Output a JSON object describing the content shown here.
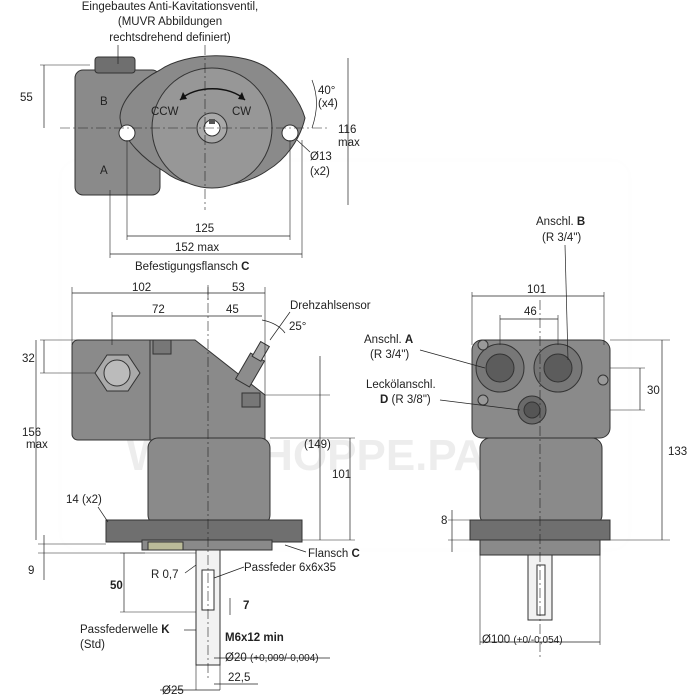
{
  "annotations": {
    "antikavitation_line1": "Eingebautes Anti-Kavitationsventil,",
    "antikavitation_line2": "(MUVR Abbildungen",
    "antikavitation_line3": "rechtsdrehend definiert)",
    "ccw": "CCW",
    "cw": "CW",
    "port_b_letter": "B",
    "port_a_letter": "A",
    "befestigungsflansch": "Befestigungsflansch",
    "befestigungsflansch_c": "C",
    "drehzahlsensor": "Drehzahlsensor",
    "flansch": "Flansch",
    "flansch_c": "C",
    "passfeder": "Passfeder 6x6x35",
    "passfederwelle": "Passfederwelle",
    "passfederwelle_k": "K",
    "passfederwelle_std": "(Std)",
    "anschl_b_label": "Anschl.",
    "anschl_b_letter": "B",
    "anschl_b_size": "(R 3/4\")",
    "anschl_a_label": "Anschl.",
    "anschl_a_letter": "A",
    "anschl_a_size": "(R 3/4\")",
    "leckoel_line1": "Lecköl​anschl.",
    "leckoel_letter": "D",
    "leckoel_size": "(R 3/8\")"
  },
  "dimensions": {
    "d55": "55",
    "d40_angle": "40°",
    "d40_count": "(x4)",
    "d116": "116",
    "d116_max": "max",
    "d13": "Ø13",
    "d13_count": "(x2)",
    "d125": "125",
    "d152": "152 max",
    "d102": "102",
    "d53": "53",
    "d72": "72",
    "d45": "45",
    "d25deg": "25°",
    "d32": "32",
    "d156": "156",
    "d156_max": "max",
    "d149": "(149)",
    "d101_side": "101",
    "d14": "14 (x2)",
    "d9": "9",
    "r07": "R 0,7",
    "d50": "50",
    "d7": "7",
    "m6": "M6x12 min",
    "d20": "Ø20",
    "d20_tol": "(+0,009/-0,004)",
    "d25": "Ø25",
    "d22_5": "22,5",
    "d101_right": "101",
    "d46": "46",
    "d30": "30",
    "d133": "133",
    "d8": "8",
    "d100": "Ø100",
    "d100_tol": "(+0/-0,054)"
  },
  "watermark": {
    "text": "WWW.HOPPE.PARTS"
  }
}
